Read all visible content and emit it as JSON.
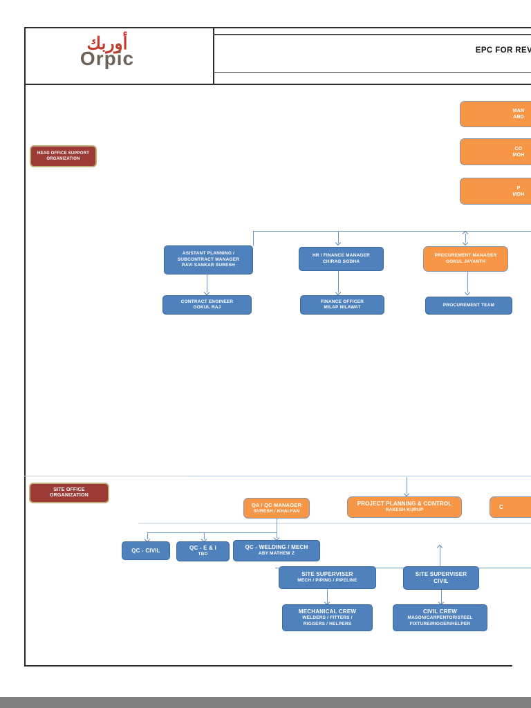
{
  "header": {
    "logo_arabic": "أوربك",
    "logo_latin": "Orpic",
    "title": "EPC FOR REVA"
  },
  "colors": {
    "blue_box": "#4f81bd",
    "orange_box": "#f79646",
    "red_box": "#9c3a36",
    "connector": "#6f98c9"
  },
  "chart1": {
    "label": {
      "lines": [
        "HEAD OFFICE SUPPORT",
        "ORGANIZATION"
      ]
    },
    "side_boxes": [
      {
        "lines": [
          "MAN",
          "ABD"
        ]
      },
      {
        "lines": [
          "CO",
          "MOH"
        ]
      },
      {
        "lines": [
          "P",
          "MOH"
        ]
      }
    ],
    "managers": [
      {
        "lines": [
          "ASISTANT PLANNING /",
          "SUBCONTRACT MANAGER",
          "RAVI SANKAR SURESH"
        ]
      },
      {
        "lines": [
          "HR / FINANCE MANAGER",
          "CHIRAG SODHA"
        ]
      },
      {
        "lines": [
          "PROCUREMENT MANAGER",
          "GOKUL JAYANTH"
        ]
      }
    ],
    "reports": [
      {
        "lines": [
          "CONTRACT ENGINEER",
          "GOKUL RAJ"
        ]
      },
      {
        "lines": [
          "FINANCE OFFICER",
          "MILAP NILAWAT"
        ]
      },
      {
        "lines": [
          "PROCUREMENT TEAM"
        ]
      }
    ]
  },
  "chart2": {
    "label": {
      "lines": [
        "SITE OFFICE",
        "ORGANIZATION"
      ]
    },
    "top_boxes": [
      {
        "lines": [
          "QA / QC MANAGER",
          "SURESH / KHALFAN"
        ]
      },
      {
        "lines": [
          "PROJECT PLANNING  & CONTROL",
          "RAKESH KURUP"
        ]
      },
      {
        "lines": [
          "C"
        ]
      }
    ],
    "qc_boxes": [
      {
        "lines": [
          "QC - CIVIL"
        ]
      },
      {
        "lines": [
          "QC - E & I",
          "TBD"
        ]
      },
      {
        "lines": [
          "QC - WELDING / MECH",
          "ABY MATHEW Z"
        ]
      }
    ],
    "supervisors": [
      {
        "lines": [
          "SITE SUPERVISER",
          "MECH / PIPING / PIPELINE"
        ]
      },
      {
        "lines": [
          "SITE SUPERVISER",
          "CIVIL"
        ]
      }
    ],
    "crews": [
      {
        "lines": [
          "MECHANICAL CREW",
          "WELDERS / FITTERS /",
          "RIGGERS / HELPERS"
        ]
      },
      {
        "lines": [
          "CIVIL CREW",
          "MASON/CARPENTOR/STEEL",
          "FIXTURE/RIGGER/HELPER"
        ]
      }
    ]
  }
}
